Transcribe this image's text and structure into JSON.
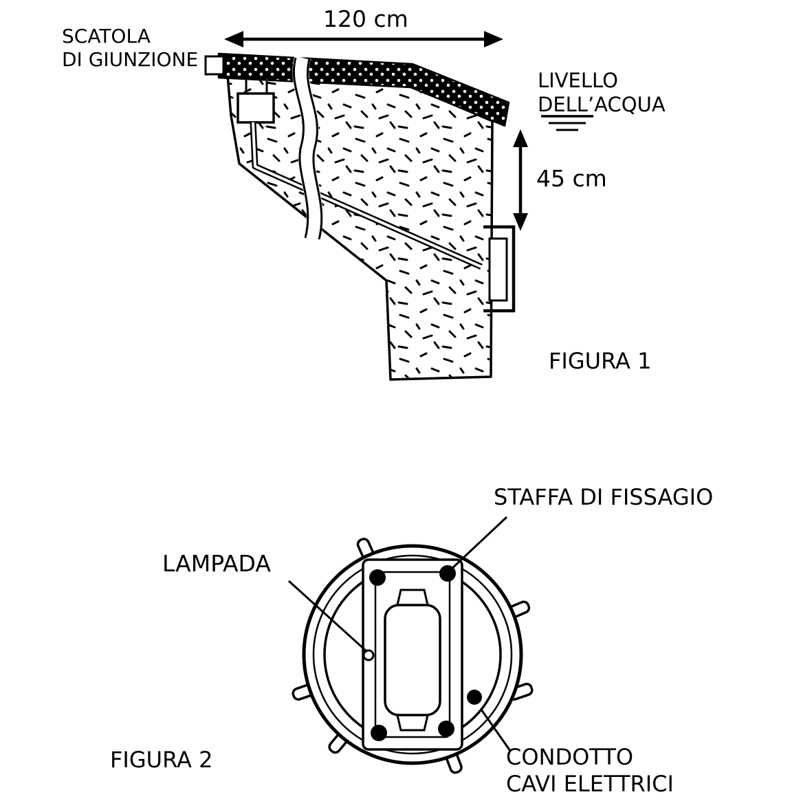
{
  "figure1": {
    "label_junction_box": "SCATOLA\nDI GIUNZIONE",
    "dimension_width": "120 cm",
    "label_water_level": "LIVELLO\nDELL’ACQUA",
    "dimension_depth": "45 cm",
    "caption": "FIGURA 1"
  },
  "figure2": {
    "label_lamp": "LAMPADA",
    "label_bracket": "STAFFA DI FISSAGIO",
    "label_conduit": "CONDOTTO\nCAVI ELETTRICI",
    "caption": "FIGURA 2"
  },
  "colors": {
    "ink": "#000000",
    "background": "#ffffff"
  }
}
